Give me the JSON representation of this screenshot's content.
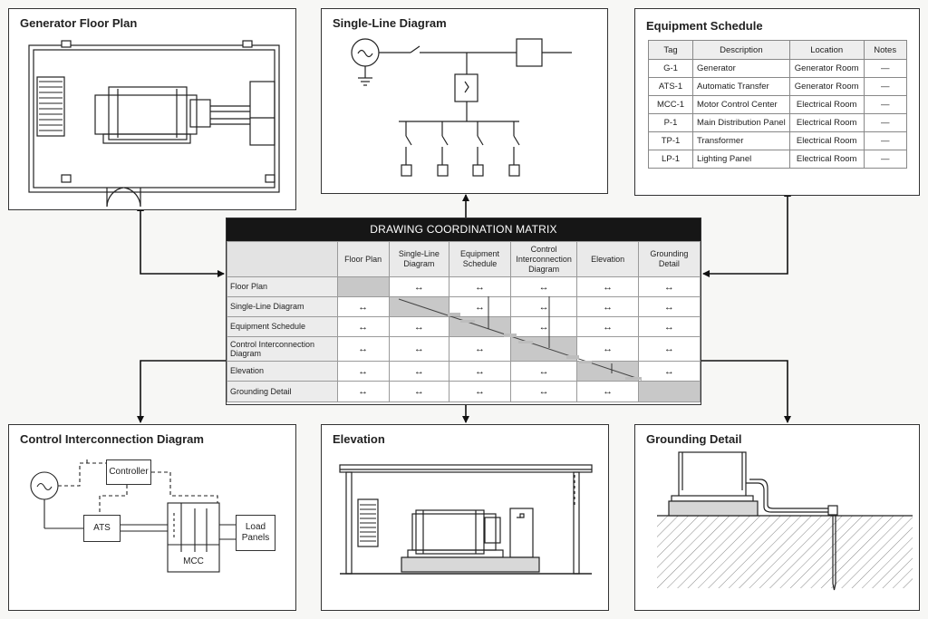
{
  "panels": {
    "floor_plan": {
      "title": "Generator Floor Plan"
    },
    "single_line": {
      "title": "Single-Line Diagram"
    },
    "equipment_schedule": {
      "title": "Equipment Schedule",
      "headers": [
        "Tag",
        "Description",
        "Location",
        "Notes"
      ],
      "rows": [
        [
          "G-1",
          "Generator",
          "Generator Room",
          "—"
        ],
        [
          "ATS-1",
          "Automatic Transfer",
          "Generator Room",
          "—"
        ],
        [
          "MCC-1",
          "Motor Control Center",
          "Electrical Room",
          "—"
        ],
        [
          "P-1",
          "Main Distribution Panel",
          "Electrical Room",
          "—"
        ],
        [
          "TP-1",
          "Transformer",
          "Electrical Room",
          "—"
        ],
        [
          "LP-1",
          "Lighting Panel",
          "Electrical Room",
          "—"
        ]
      ]
    },
    "control": {
      "title": "Control Interconnection Diagram",
      "labels": {
        "controller": "Controller",
        "ats": "ATS",
        "mcc": "MCC",
        "load": "Load Panels"
      }
    },
    "elevation": {
      "title": "Elevation"
    },
    "grounding": {
      "title": "Grounding Detail"
    }
  },
  "matrix": {
    "title": "DRAWING COORDINATION MATRIX",
    "columns": [
      "Floor Plan",
      "Single-Line Diagram",
      "Equipment Schedule",
      "Control Interconnection Diagram",
      "Elevation",
      "Grounding Detail"
    ],
    "rows": [
      "Floor Plan",
      "Single-Line Diagram",
      "Equipment Schedule",
      "Control Interconnection Diagram",
      "Elevation",
      "Grounding Detail"
    ],
    "symbol": "↔"
  }
}
